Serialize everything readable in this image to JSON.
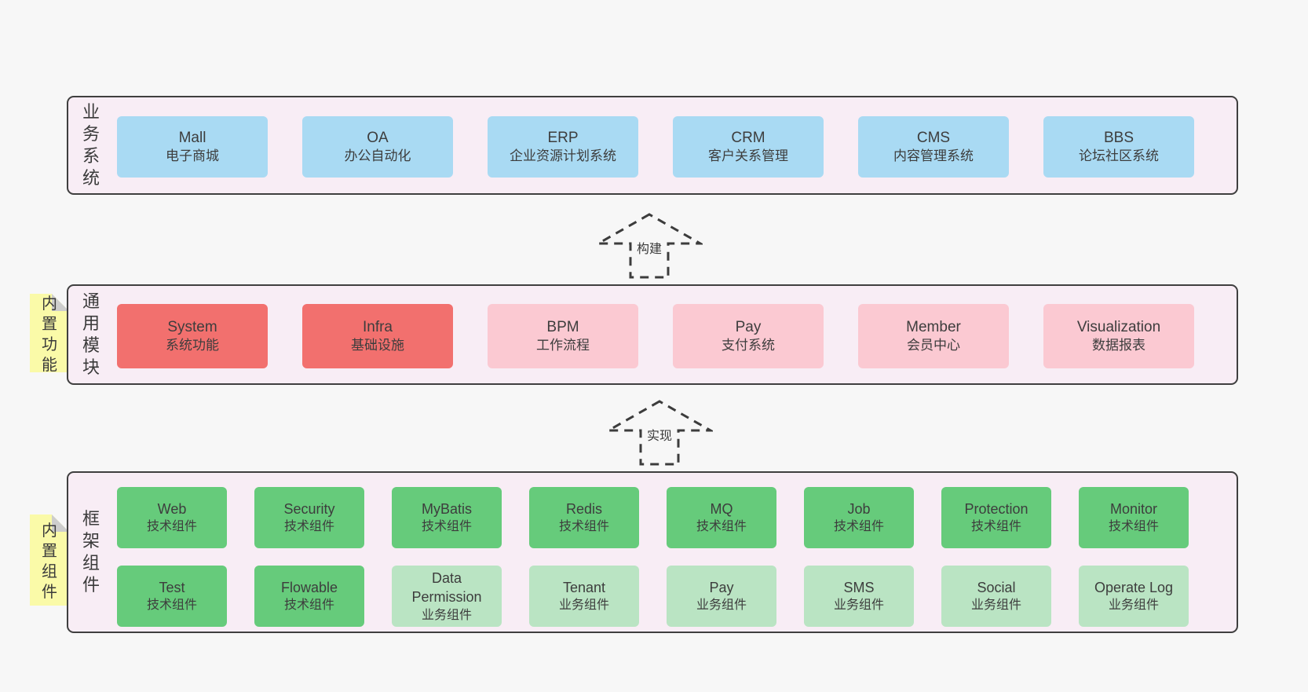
{
  "colors": {
    "page_bg": "#f7f7f7",
    "panel_bg": "#f8edf5",
    "panel_border": "#3f3f3f",
    "box_blue": "#a9daf3",
    "box_red": "#f2706e",
    "box_pink": "#fbc9d2",
    "box_green": "#66cb7b",
    "box_green_light": "#bae4c3",
    "sticky_yellow": "#fafaa8",
    "sticky_fold_gray": "#cdcdcd",
    "text": "#3d3d3d"
  },
  "layers": {
    "business": {
      "label": "业务系统",
      "boxes": [
        {
          "name": "Mall",
          "desc": "电子商城"
        },
        {
          "name": "OA",
          "desc": "办公自动化"
        },
        {
          "name": "ERP",
          "desc": "企业资源计划系统"
        },
        {
          "name": "CRM",
          "desc": "客户关系管理"
        },
        {
          "name": "CMS",
          "desc": "内容管理系统"
        },
        {
          "name": "BBS",
          "desc": "论坛社区系统"
        }
      ]
    },
    "modules": {
      "label": "通用模块",
      "note": "内置功能",
      "boxes": [
        {
          "name": "System",
          "desc": "系统功能"
        },
        {
          "name": "Infra",
          "desc": "基础设施"
        },
        {
          "name": "BPM",
          "desc": "工作流程"
        },
        {
          "name": "Pay",
          "desc": "支付系统"
        },
        {
          "name": "Member",
          "desc": "会员中心"
        },
        {
          "name": "Visualization",
          "desc": "数据报表"
        }
      ]
    },
    "components": {
      "label": "框架组件",
      "note": "内置组件",
      "row1": [
        {
          "name": "Web",
          "desc": "技术组件"
        },
        {
          "name": "Security",
          "desc": "技术组件"
        },
        {
          "name": "MyBatis",
          "desc": "技术组件"
        },
        {
          "name": "Redis",
          "desc": "技术组件"
        },
        {
          "name": "MQ",
          "desc": "技术组件"
        },
        {
          "name": "Job",
          "desc": "技术组件"
        },
        {
          "name": "Protection",
          "desc": "技术组件"
        },
        {
          "name": "Monitor",
          "desc": "技术组件"
        }
      ],
      "row2": [
        {
          "name": "Test",
          "desc": "技术组件"
        },
        {
          "name": "Flowable",
          "desc": "技术组件"
        },
        {
          "name": "Data Permission",
          "desc": "业务组件"
        },
        {
          "name": "Tenant",
          "desc": "业务组件"
        },
        {
          "name": "Pay",
          "desc": "业务组件"
        },
        {
          "name": "SMS",
          "desc": "业务组件"
        },
        {
          "name": "Social",
          "desc": "业务组件"
        },
        {
          "name": "Operate Log",
          "desc": "业务组件"
        }
      ]
    }
  },
  "arrows": {
    "build": "构建",
    "implement": "实现"
  }
}
